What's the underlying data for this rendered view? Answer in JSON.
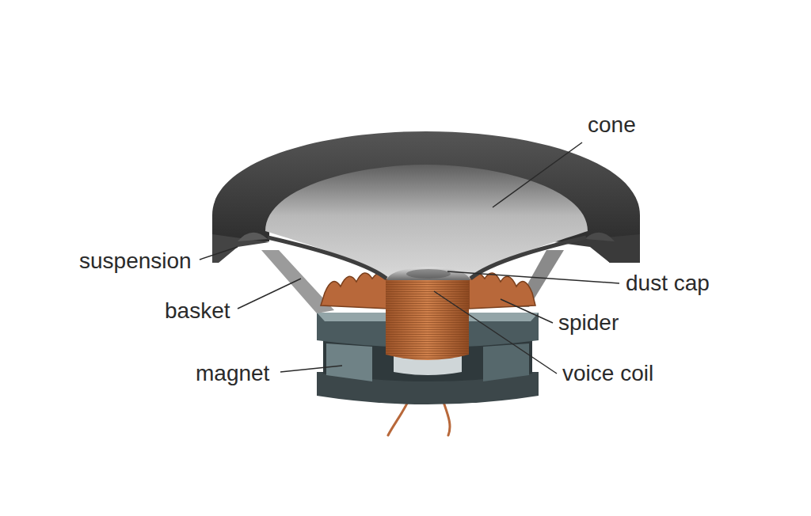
{
  "diagram": {
    "labels": [
      "cone",
      "suspension",
      "dust cap",
      "basket",
      "spider",
      "magnet",
      "voice coil"
    ]
  }
}
